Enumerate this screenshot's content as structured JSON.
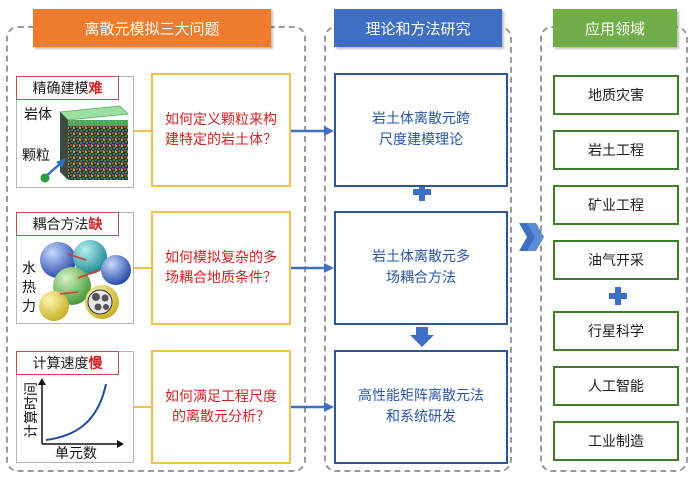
{
  "columns": {
    "left_title": "离散元模拟三大问题",
    "mid_title": "理论和方法研究",
    "right_title": "应用领域"
  },
  "problems": [
    {
      "tag": "精确建模",
      "tag_highlight": "难",
      "image_labels": [
        "岩体",
        "颗粒"
      ],
      "question": "如何定义颗粒来构建特定的岩土体？"
    },
    {
      "tag": "耦合方法",
      "tag_highlight": "缺",
      "image_labels": [
        "水",
        "热",
        "力"
      ],
      "question": "如何模拟复杂的多场耦合地质条件？"
    },
    {
      "tag": "计算速度",
      "tag_highlight": "慢",
      "image_labels": [
        "计算时间",
        "单元数"
      ],
      "question": "如何满足工程尺度的离散元分析？"
    }
  ],
  "theories": [
    "岩土体离散元跨尺度建模理论",
    "岩土体离散元多场耦合方法",
    "高性能矩阵离散元法和系统研发"
  ],
  "applications_top": [
    "地质灾害",
    "岩土工程",
    "矿业工程",
    "油气开采"
  ],
  "applications_bottom": [
    "行星科学",
    "人工智能",
    "工业制造"
  ],
  "colors": {
    "orange": "#ee7c2f",
    "blue": "#3e6fc4",
    "green": "#6fad47",
    "question_border": "#f2c14a",
    "question_text": "#d42424",
    "theory_text": "#2a56a5",
    "app_border": "#3f7d2a"
  }
}
